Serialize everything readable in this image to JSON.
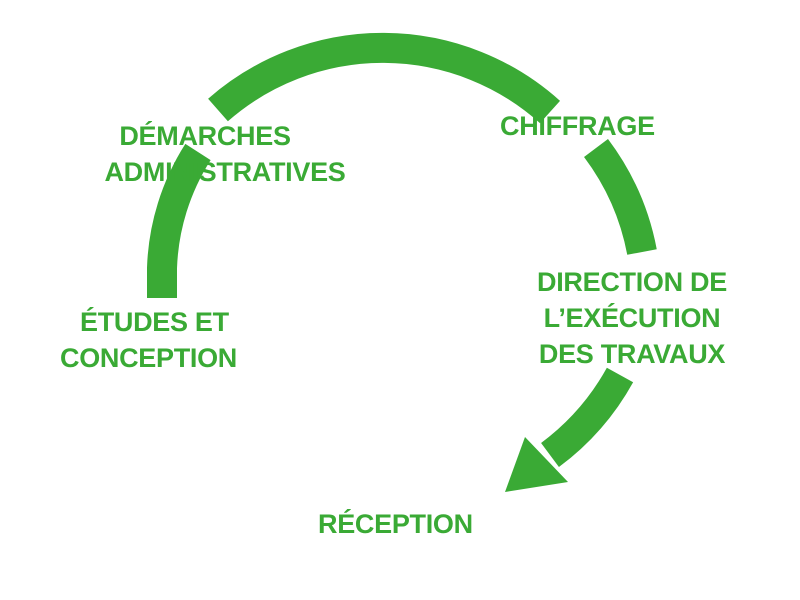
{
  "colors": {
    "accent": "#3aaa35",
    "background": "#ffffff"
  },
  "steps": [
    {
      "lines": [
        "ÉTUDES ET",
        "CONCEPTION"
      ]
    },
    {
      "lines": [
        "DÉMARCHES",
        "ADMINISTRATIVES"
      ]
    },
    {
      "lines": [
        "CHIFFRAGE"
      ]
    },
    {
      "lines": [
        "DIRECTION DE",
        "L’EXÉCUTION",
        "DES TRAVAUX"
      ]
    },
    {
      "lines": [
        "RÉCEPTION"
      ]
    }
  ]
}
